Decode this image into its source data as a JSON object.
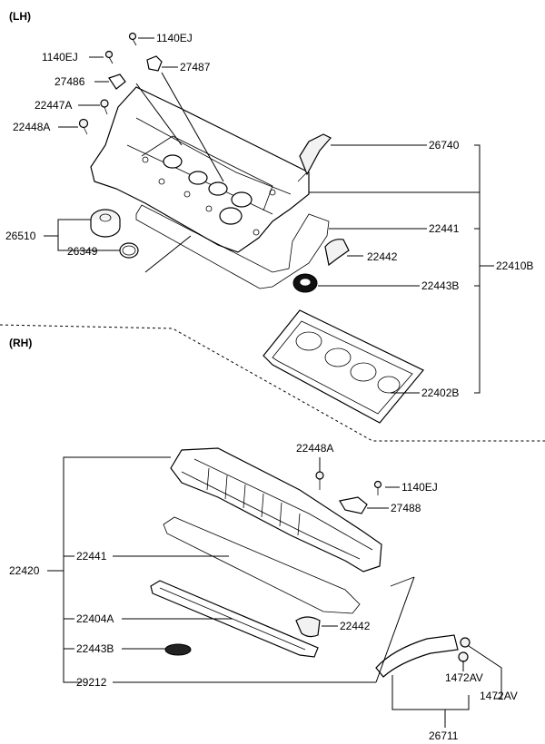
{
  "sections": {
    "lh": "(LH)",
    "rh": "(RH)"
  },
  "labels": {
    "l1140EJ_top": "1140EJ",
    "l1140EJ_left": "1140EJ",
    "l27487": "27487",
    "l27486": "27486",
    "l22447A": "22447A",
    "l22448A_lh": "22448A",
    "l26740": "26740",
    "l26510": "26510",
    "l26349": "26349",
    "l22441_lh": "22441",
    "l22442_lh": "22442",
    "l22443B_lh": "22443B",
    "l22410B": "22410B",
    "l22402B": "22402B",
    "l22448A_rh": "22448A",
    "l1140EJ_rh": "1140EJ",
    "l27488": "27488",
    "l22420": "22420",
    "l22441_rh": "22441",
    "l22404A": "22404A",
    "l22442_rh": "22442",
    "l22443B_rh": "22443B",
    "l29212": "29212",
    "l1472AV_a": "1472AV",
    "l1472AV_b": "1472AV",
    "l26711": "26711"
  }
}
